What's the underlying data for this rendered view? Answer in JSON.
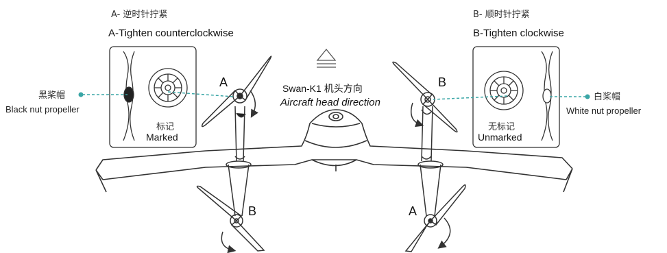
{
  "left_group": {
    "title_cn": "A- 逆时针拧紧",
    "title_en": "A-Tighten counterclockwise",
    "inset_label_cn": "标记",
    "inset_label_en": "Marked",
    "side_label_cn": "黑桨帽",
    "side_label_en": "Black nut propeller"
  },
  "right_group": {
    "title_cn": "B- 顺时针拧紧",
    "title_en": "B-Tighten clockwise",
    "inset_label_cn": "无标记",
    "inset_label_en": "Unmarked",
    "side_label_cn": "白桨帽",
    "side_label_en": "White nut propeller"
  },
  "center": {
    "direction_cn": "Swan-K1 机头方向",
    "direction_en": "Aircraft head direction"
  },
  "motor_labels": {
    "front_left": "A",
    "front_right": "B",
    "rear_left": "B",
    "rear_right": "A"
  },
  "colors": {
    "leader_line": "#3aa6a6",
    "outline": "#333333",
    "black_nut": "#222222"
  }
}
